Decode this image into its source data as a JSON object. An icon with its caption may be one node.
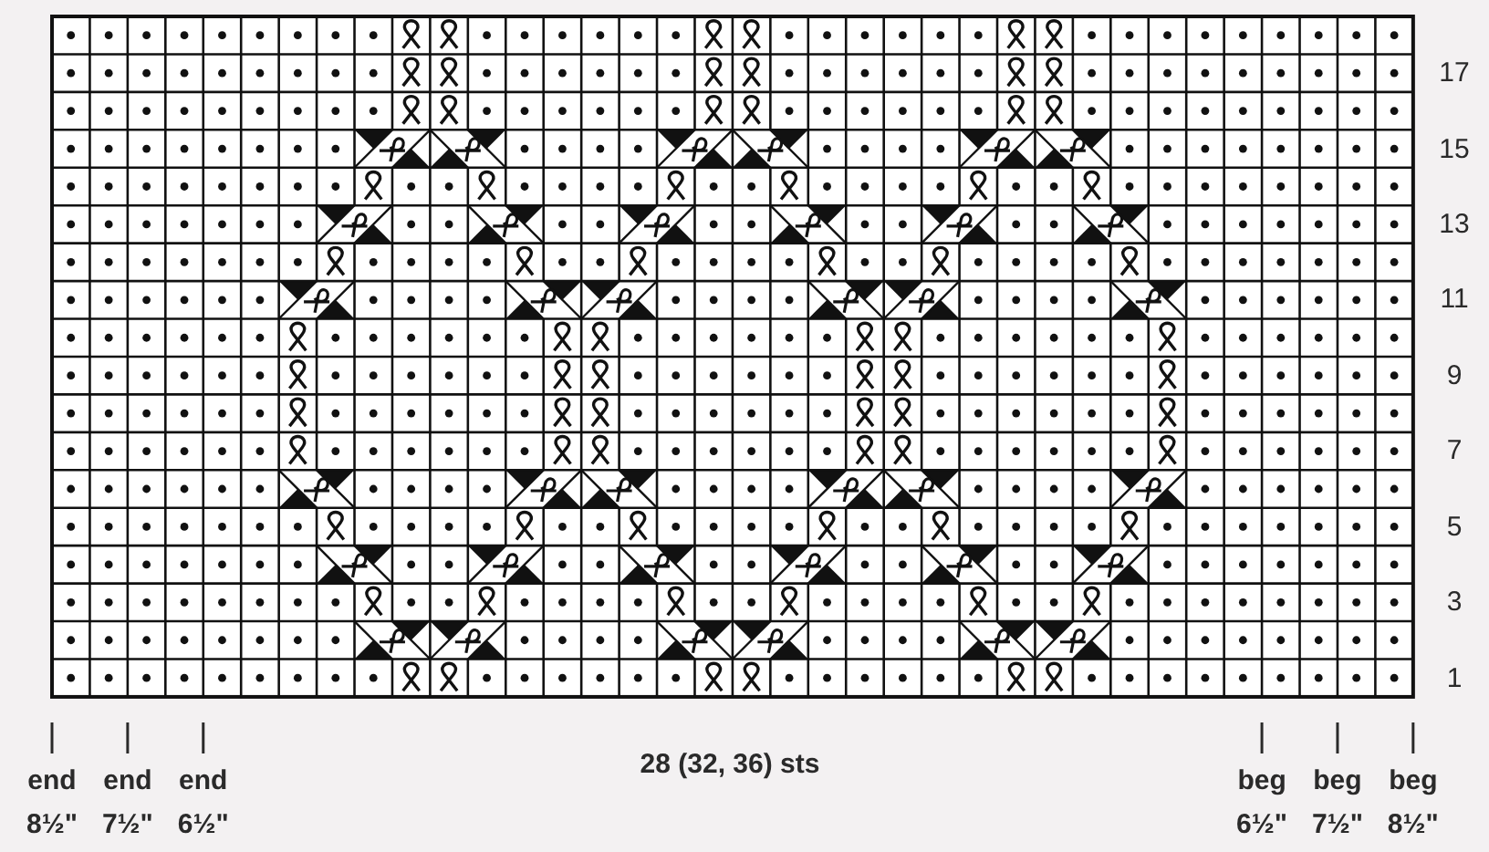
{
  "diagram": {
    "labels": [
      "17",
      "15",
      "13",
      "11",
      "9",
      "7",
      "5",
      "3",
      "1",
      "end",
      "end",
      "end",
      "28 (32, 36) sts",
      "beg",
      "beg",
      "beg",
      "8½\"",
      "7½\"",
      "6½\"",
      "6½\"",
      "7½\"",
      "8½\""
    ]
  }
}
